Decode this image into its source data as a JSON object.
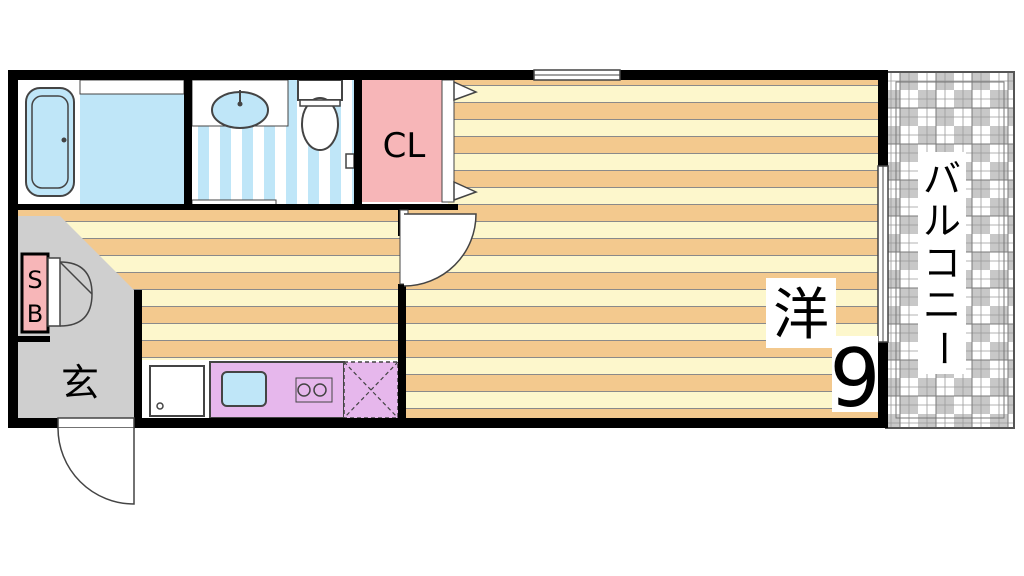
{
  "rooms": {
    "western_label": "洋",
    "western_size": "9",
    "closet_label": "CL",
    "shoe_box_label": "SB",
    "entrance_label": "玄",
    "balcony_label": "バルコニー"
  },
  "colors": {
    "wall": "#000000",
    "floor_wood": "#f3c98e",
    "floor_cream": "#fdf7cc",
    "floor_line": "#8a8a8a",
    "bath": "#bfe6f8",
    "toilet_stripe": "#bfe6f8",
    "closet": "#f7b6b8",
    "kitchen_counter": "#e6b7ec",
    "entrance": "#cfcfcf",
    "balcony_tile": "#cfcfcf"
  }
}
